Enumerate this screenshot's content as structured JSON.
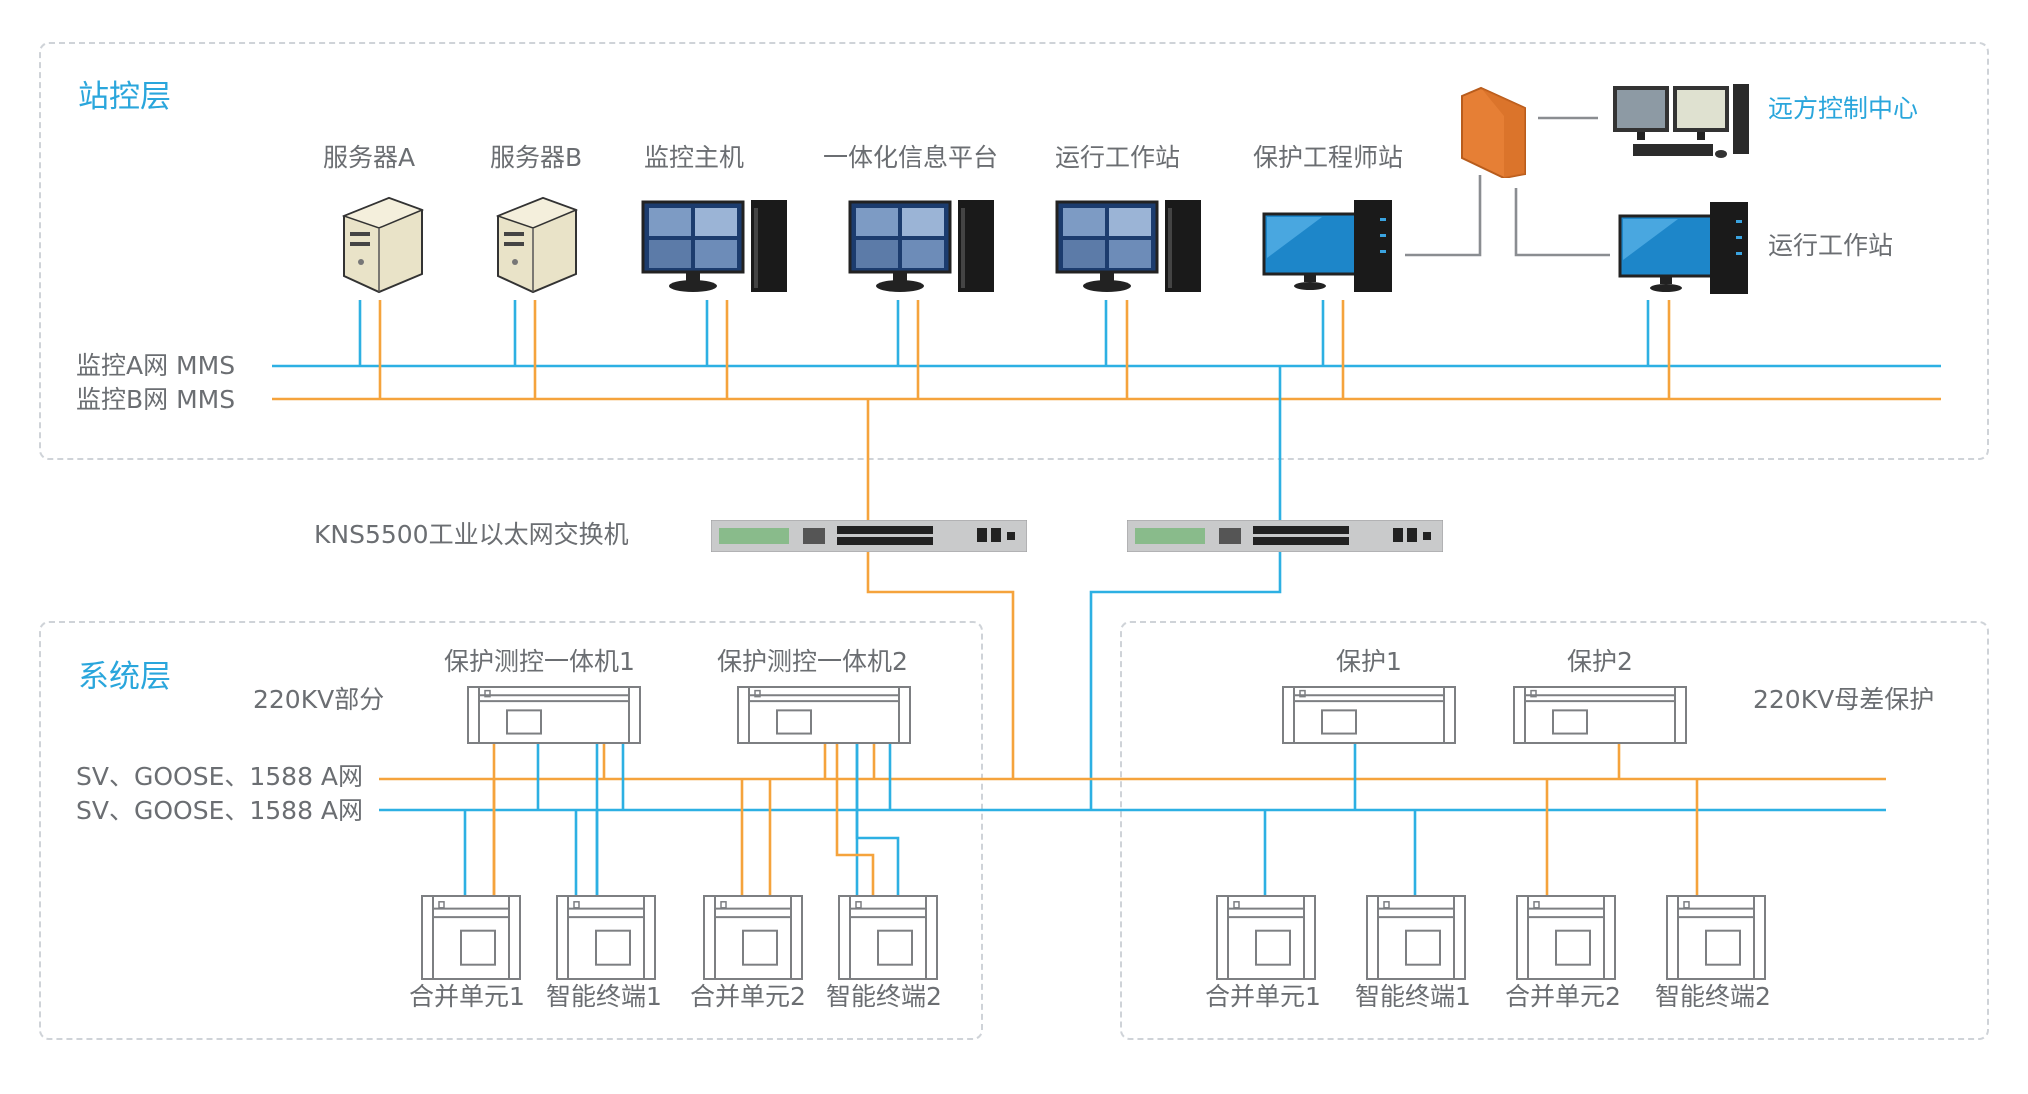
{
  "colors": {
    "net_a": "#2db0e3",
    "net_b": "#f5a33c",
    "link": "#8a8d91",
    "title": "#2aa6dc",
    "text": "#6b6e72"
  },
  "station_layer": {
    "title": "站控层",
    "devices": [
      {
        "label": "服务器A",
        "icon": "server-icon"
      },
      {
        "label": "服务器B",
        "icon": "server-icon"
      },
      {
        "label": "监控主机",
        "icon": "monitor-workstation-icon"
      },
      {
        "label": "一体化信息平台",
        "icon": "monitor-workstation-icon"
      },
      {
        "label": "运行工作站",
        "icon": "monitor-workstation-icon"
      },
      {
        "label": "保护工程师站",
        "icon": "desktop-pc-icon"
      }
    ],
    "firewall_icon": "firewall-icon",
    "remote_center": {
      "label": "远方控制中心",
      "icon": "dual-monitor-workstation-icon"
    },
    "remote_workstation": {
      "label": "运行工作站",
      "icon": "desktop-pc-icon"
    },
    "bus_a_label": "监控A网 MMS",
    "bus_b_label": "监控B网 MMS"
  },
  "switch": {
    "label": "KNS5500工业以太网交换机",
    "count": 2,
    "icon": "ethernet-switch-icon"
  },
  "system_layer": {
    "title": "系统层",
    "left_section": {
      "label": "220KV部分",
      "protection_units": [
        "保护测控一体机1",
        "保护测控一体机2"
      ],
      "field_units": [
        "合并单元1",
        "智能终端1",
        "合并单元2",
        "智能终端2"
      ]
    },
    "right_section": {
      "label": "220KV母差保护",
      "protection_units": [
        "保护1",
        "保护2"
      ],
      "field_units": [
        "合并单元1",
        "智能终端1",
        "合并单元2",
        "智能终端2"
      ]
    },
    "bus_a_label": "SV、GOOSE、1588 A网",
    "bus_b_label": "SV、GOOSE、1588 A网"
  }
}
